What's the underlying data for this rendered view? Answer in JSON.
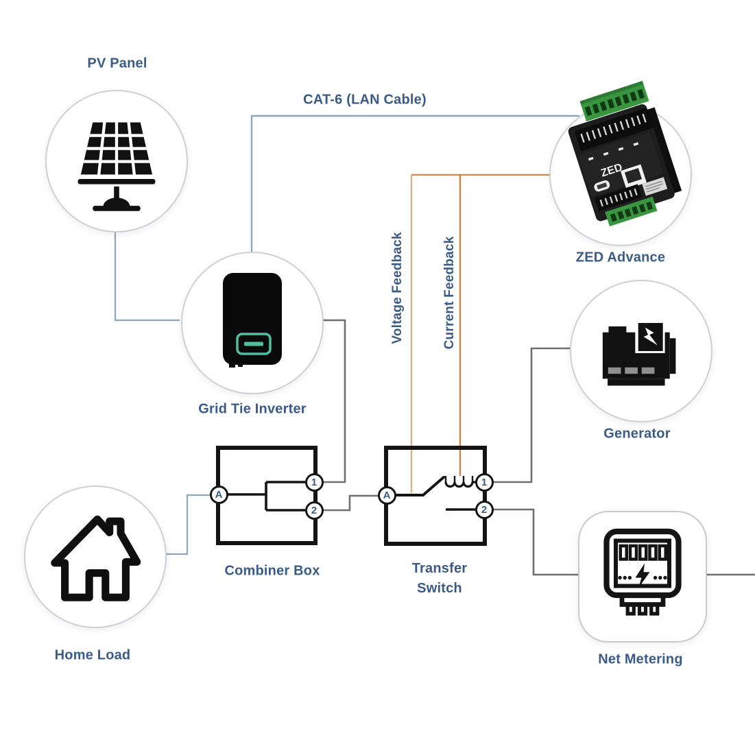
{
  "components": {
    "pv_panel": {
      "label": "PV Panel"
    },
    "grid_tie_inverter": {
      "label": "Grid Tie Inverter"
    },
    "zed_advance": {
      "label": "ZED Advance",
      "device_text": "ZED"
    },
    "generator": {
      "label": "Generator"
    },
    "home_load": {
      "label": "Home Load"
    },
    "net_metering": {
      "label": "Net Metering"
    },
    "combiner_box": {
      "label": "Combiner Box",
      "terminals": {
        "a": "A",
        "one": "1",
        "two": "2"
      }
    },
    "transfer_switch": {
      "label_line1": "Transfer",
      "label_line2": "Switch",
      "terminals": {
        "a": "A",
        "one": "1",
        "two": "2"
      }
    }
  },
  "cables": {
    "cat6_label": "CAT-6 (LAN Cable)",
    "voltage_feedback_label": "Voltage Feedback",
    "current_feedback_label": "Current Feedback"
  },
  "colors": {
    "label_text": "#3a5a87",
    "wire_blue": "#8ca6bd",
    "wire_gray": "#6f6f6f",
    "voltage_feedback_wire": "#d2b58d",
    "current_feedback_wire": "#c8813f",
    "inverter_screen": "#4fbfa0",
    "terminal_block_green": "#39953f"
  }
}
